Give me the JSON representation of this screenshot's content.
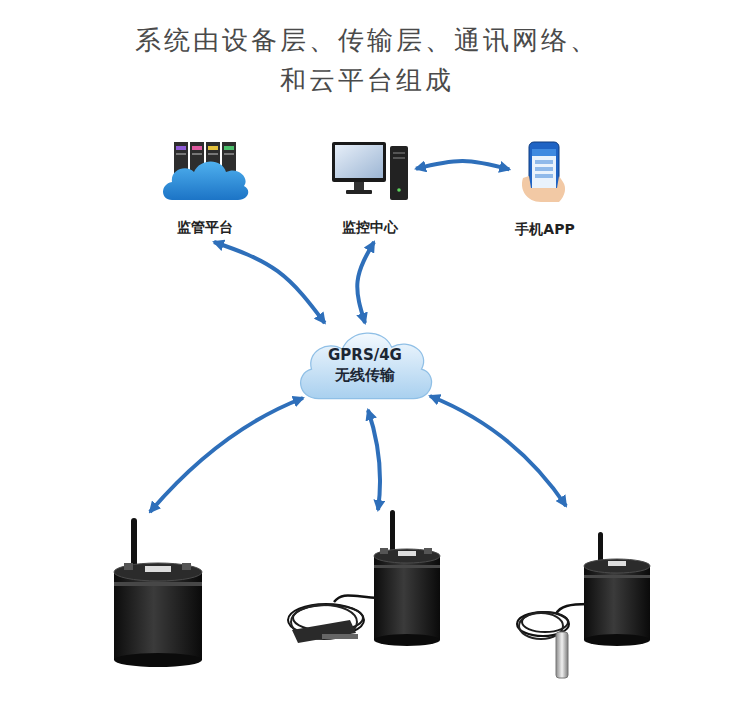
{
  "diagram": {
    "title": "系统由设备层、传输层、通讯网络、 和云平台组成",
    "nodes": [
      {
        "text": [
          "监管平台"
        ]
      },
      {
        "text": [
          "监控中心"
        ]
      },
      {
        "text": [
          "手机APP"
        ]
      },
      {
        "text": [
          "GPRS/4G 无线传输"
        ]
      }
    ],
    "edges": [
      {
        "from": 0,
        "to": 3,
        "arrow": "both"
      },
      {
        "from": 1,
        "to": 3,
        "arrow": "both"
      },
      {
        "from": 1,
        "to": 2,
        "arrow": "both"
      }
    ]
  }
}
